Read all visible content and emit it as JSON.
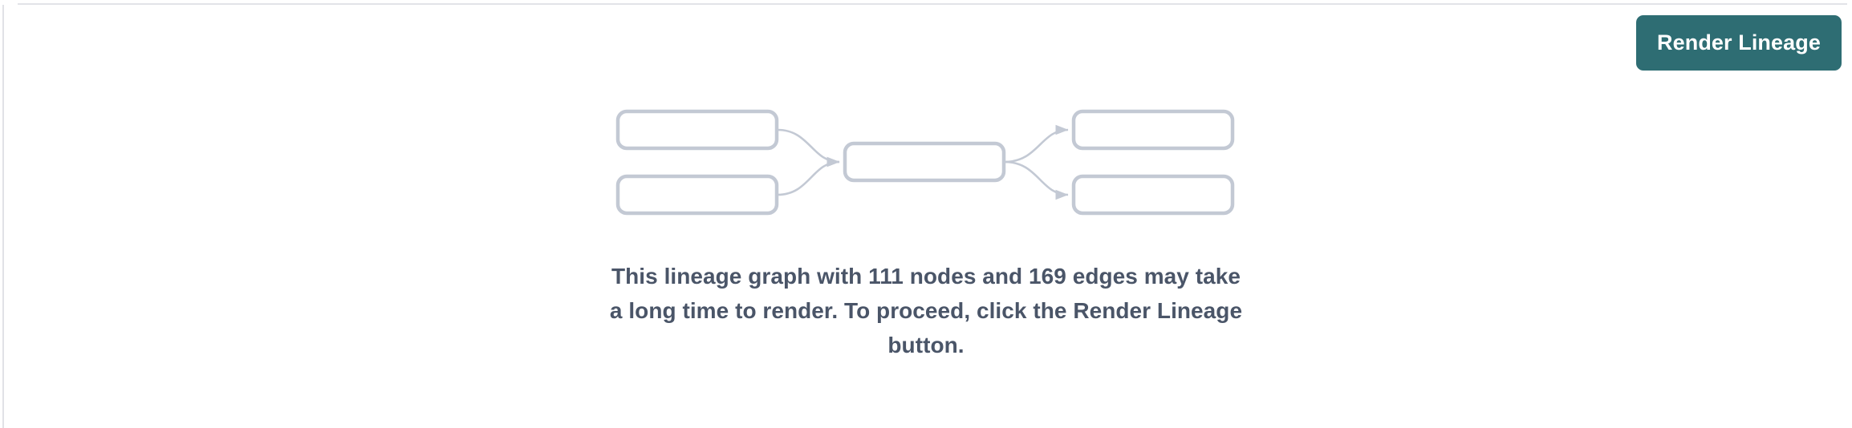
{
  "page": {
    "background_color": "#ffffff",
    "border_color": "#e2e3e8"
  },
  "toolbar": {
    "render_lineage_label": "Render Lineage",
    "button_color": "#2e6d73",
    "button_text_color": "#ffffff"
  },
  "empty_state": {
    "message": "This lineage graph with 111 nodes and 169 edges may take a long time to render. To proceed, click the Render Lineage button.",
    "message_color": "#4a5568",
    "node_count": 111,
    "edge_count": 169,
    "illustration": {
      "name": "lineage-graph-placeholder",
      "stroke_color": "#c3c9d4",
      "edge_color": "#c3c9d4",
      "node_fill": "#ffffff",
      "upstream_nodes": 2,
      "center_nodes": 1,
      "downstream_nodes": 2,
      "edges": 4
    }
  }
}
